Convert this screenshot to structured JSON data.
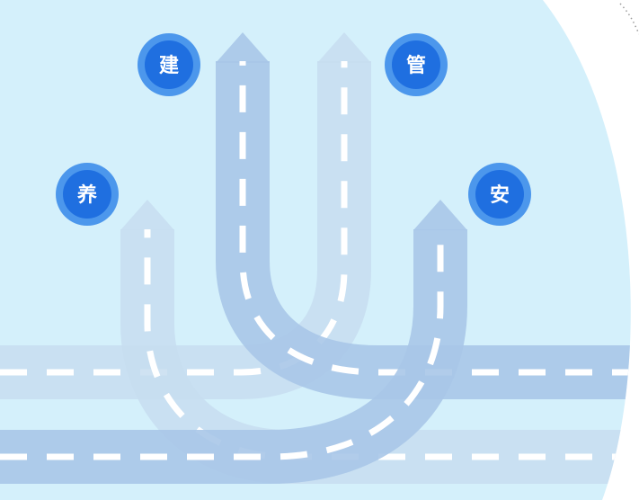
{
  "colors": {
    "background": "#d4f0fb",
    "road_dark": "#a9c7e8",
    "road_light": "#c7ddf0",
    "dash": "#ffffff",
    "badge_ring": "#4c97ec",
    "badge_core": "#1f6fe0",
    "arc_dots": "#9a9a9a"
  },
  "badges": {
    "jian": "建",
    "guan": "管",
    "yang": "养",
    "an": "安"
  },
  "icons": {
    "arrow": "arrow-up-icon"
  }
}
